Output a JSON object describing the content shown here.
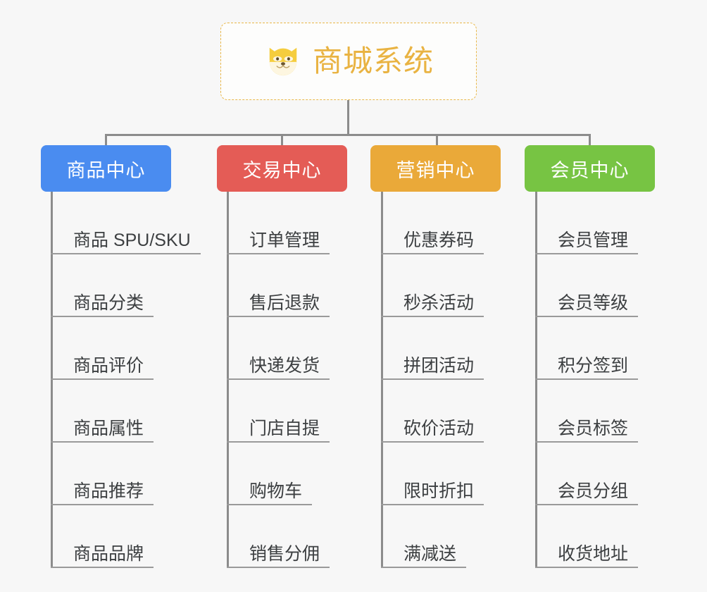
{
  "page": {
    "background": "#f7f7f7",
    "connector_color": "#8c8c8c",
    "leaf_rule_color": "#9a9a9a",
    "leaf_text_color": "#3c3f41"
  },
  "root": {
    "title": "商城系统",
    "icon": "shiba-dog-icon",
    "border_color": "#e9b84a",
    "text_color": "#e9b342",
    "background": "#fdfdfc"
  },
  "categories": [
    {
      "label": "商品中心",
      "color": "#4a8cf0",
      "items": [
        "商品 SPU/SKU",
        "商品分类",
        "商品评价",
        "商品属性",
        "商品推荐",
        "商品品牌"
      ]
    },
    {
      "label": "交易中心",
      "color": "#e45c56",
      "items": [
        "订单管理",
        "售后退款",
        "快递发货",
        "门店自提",
        "购物车",
        "销售分佣"
      ]
    },
    {
      "label": "营销中心",
      "color": "#eaa939",
      "items": [
        "优惠券码",
        "秒杀活动",
        "拼团活动",
        "砍价活动",
        "限时折扣",
        "满减送"
      ]
    },
    {
      "label": "会员中心",
      "color": "#77c443",
      "items": [
        "会员管理",
        "会员等级",
        "积分签到",
        "会员标签",
        "会员分组",
        "收货地址"
      ]
    }
  ]
}
